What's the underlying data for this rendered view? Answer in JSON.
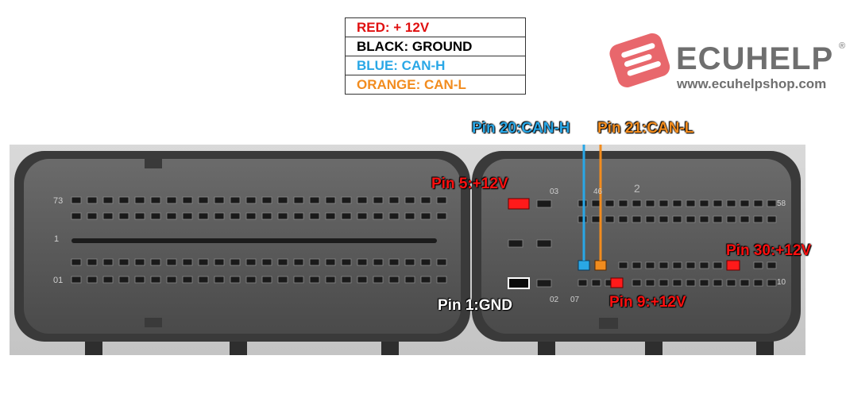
{
  "legend": {
    "rows": [
      {
        "text": "RED: + 12V",
        "color": "#e01010"
      },
      {
        "text": "BLACK: GROUND",
        "color": "#000000"
      },
      {
        "text": "BLUE: CAN-H",
        "color": "#29a7e6"
      },
      {
        "text": "ORANGE: CAN-L",
        "color": "#f28c1e"
      }
    ]
  },
  "logo": {
    "name": "ECUHELP",
    "registered": "®",
    "url": "www.ecuhelpshop.com",
    "brand_color": "#e8676c"
  },
  "connector": {
    "left_block_label": "1",
    "right_block_label": "2",
    "pin_number_labels": {
      "left_top": "73",
      "left_bottom": "01",
      "right_top_left": "03",
      "right_top_mid": "46",
      "right_top_right": "58",
      "right_bottom_left": "02",
      "right_bottom_mid": "07",
      "right_bottom_right": "10"
    }
  },
  "callouts": {
    "can_h": "Pin 20:CAN-H",
    "can_l": "Pin 21:CAN-L",
    "pin5": "Pin 5:+12V",
    "pin30": "Pin 30:+12V",
    "pin9": "Pin 9:+12V",
    "pin1": "Pin 1:GND"
  },
  "colors": {
    "red": "#ff1010",
    "black": "#000000",
    "blue": "#29a7e6",
    "orange": "#f28c1e"
  }
}
